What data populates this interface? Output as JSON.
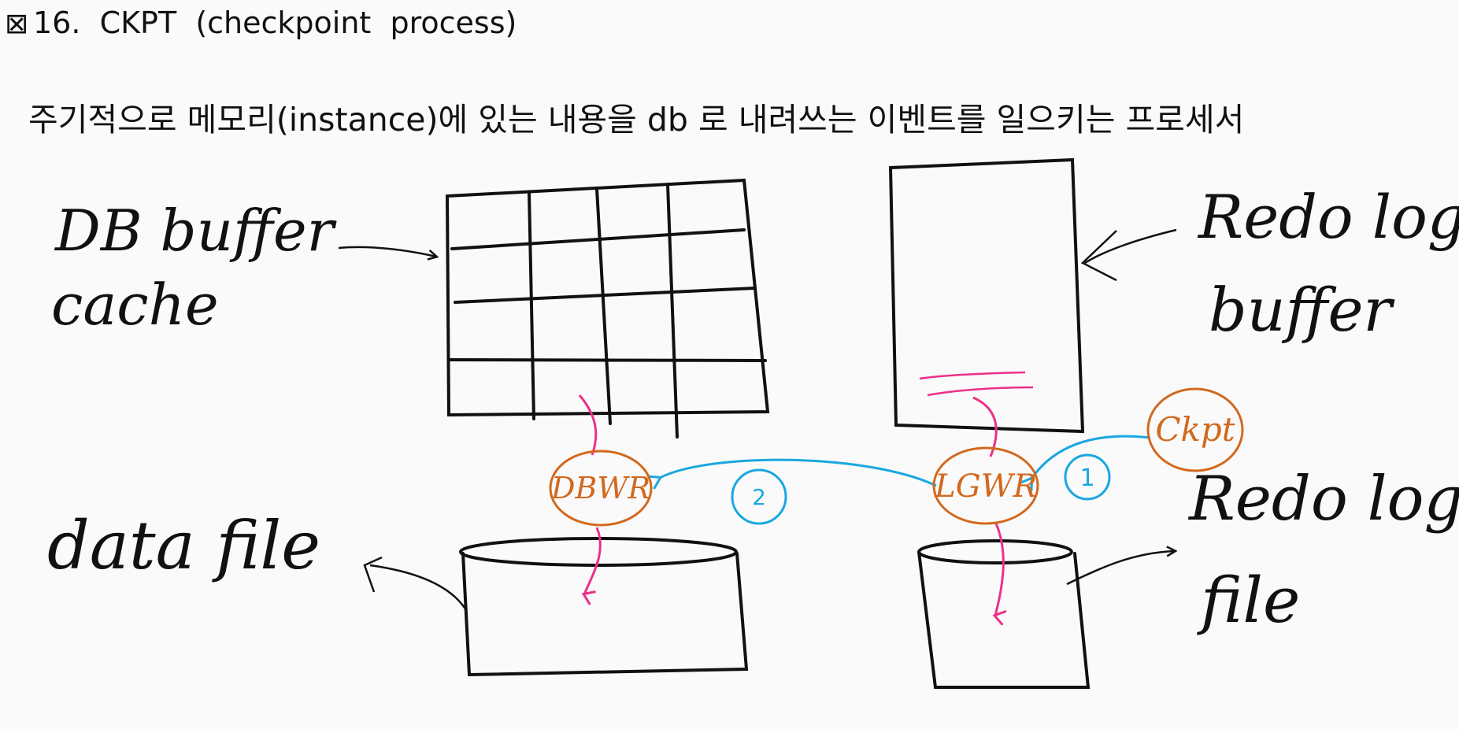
{
  "title": {
    "icon": "checkbox-crossed-icon",
    "text": "16.  CKPT  (checkpoint  process)"
  },
  "subtitle": "주기적으로 메모리(instance)에 있는 내용을 db 로 내려쓰는 이벤트를 일으키는 프로세서",
  "labels": {
    "db_buffer_line1": "DB buffer",
    "db_buffer_line2": "cache",
    "redo_buffer_line1": "Redo log",
    "redo_buffer_line2": "buffer",
    "data_file": "data file",
    "redo_file_line1": "Redo log",
    "redo_file_line2": "file"
  },
  "processes": {
    "dbwr": "DBWR",
    "lgwr": "LGWR",
    "ckpt": "Ckpt"
  },
  "steps": {
    "step1": "1",
    "step2": "2"
  },
  "colors": {
    "ink": "#111111",
    "process": "#d2691e",
    "flow_blue": "#1aa7e0",
    "flow_pink": "#ee2f8a"
  }
}
